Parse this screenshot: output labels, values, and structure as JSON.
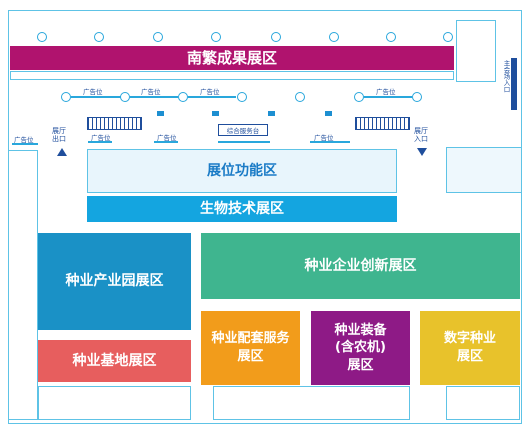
{
  "zones": {
    "nanfan": "南繁成果展区",
    "booth_function": "展位功能区",
    "biotech": "生物技术展区",
    "industrial_park": "种业产业园展区",
    "enterprise_innovation": "种业企业创新展区",
    "base": "种业基地展区",
    "services": "种业配套服务\n展区",
    "equipment": "种业装备\n(含农机)\n展区",
    "digital": "数字种业\n展区"
  },
  "labels": {
    "ad_spot": "广告位",
    "service_desk": "综合服务台",
    "hall_exit": "展厅\n出口",
    "hall_entrance": "展厅\n入口",
    "main_entrance": "主会场入口"
  },
  "colors": {
    "nanfan": "#b0136e",
    "booth_function": "#e8f5fc",
    "biotech": "#14a5e0",
    "industrial_park": "#1a91c6",
    "enterprise_innovation": "#3fb58f",
    "base": "#e75e5e",
    "services": "#f29c1b",
    "equipment": "#8e1a86",
    "digital": "#e8c22b",
    "outline": "#5ec3e6"
  }
}
